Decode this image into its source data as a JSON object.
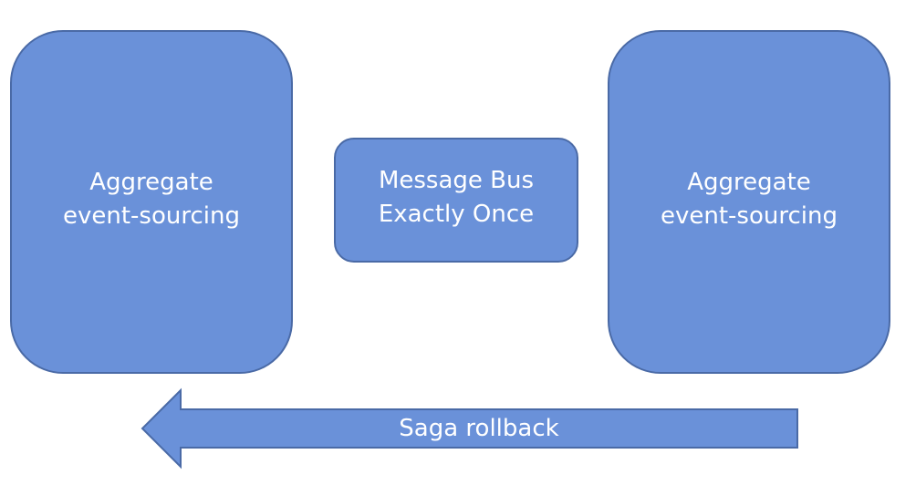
{
  "colors": {
    "fill": "#6a91d9",
    "stroke": "#4a6aa6",
    "text": "#ffffff"
  },
  "diagram": {
    "left_box": {
      "line1": "Aggregate",
      "line2": "event-sourcing"
    },
    "middle_box": {
      "line1": "Message Bus",
      "line2": "Exactly Once"
    },
    "right_box": {
      "line1": "Aggregate",
      "line2": "event-sourcing"
    },
    "arrow": {
      "label": "Saga rollback",
      "direction": "left"
    }
  }
}
